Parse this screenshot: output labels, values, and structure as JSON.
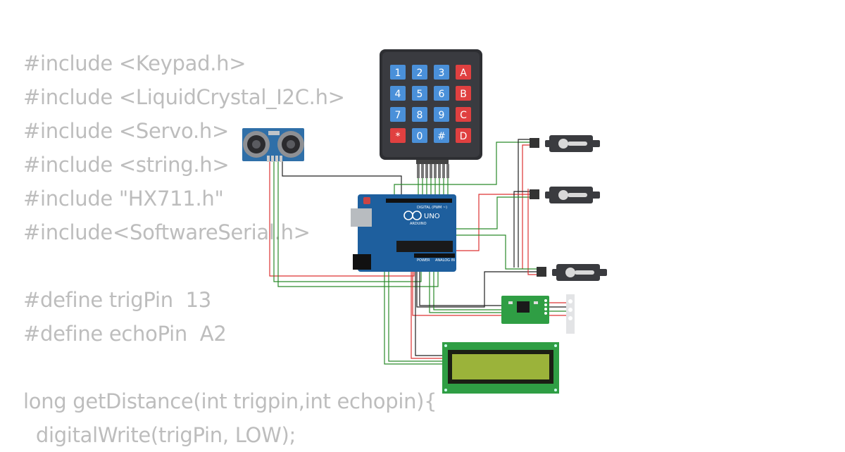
{
  "code_lines": [
    "#include <Keypad.h>",
    "#include <LiquidCrystal_I2C.h>",
    "#include <Servo.h>",
    "#include <string.h>",
    "#include \"HX711.h\"",
    "#include<SoftwareSerial.h>",
    "",
    "#define trigPin  13",
    "#define echoPin  A2",
    "",
    "long getDistance(int trigpin,int echopin){",
    "  digitalWrite(trigPin, LOW);"
  ],
  "keypad": {
    "rows": [
      [
        "1",
        "2",
        "3",
        "A"
      ],
      [
        "4",
        "5",
        "6",
        "B"
      ],
      [
        "7",
        "8",
        "9",
        "C"
      ],
      [
        "*",
        "0",
        "#",
        "D"
      ]
    ],
    "number_color": "#4a90d9",
    "letter_color": "#e04040"
  },
  "arduino": {
    "brand": "ARDUINO",
    "model": "UNO",
    "digital_label": "DIGITAL (PWM ~)",
    "power_label": "POWER",
    "analog_label": "ANALOG IN",
    "board_color": "#1e5f9e"
  },
  "colors": {
    "wire_red": "#d33",
    "wire_black": "#222",
    "wire_green": "#2a8a2a",
    "lcd_screen": "#9bb33a",
    "hx711_board": "#2f9e44"
  }
}
